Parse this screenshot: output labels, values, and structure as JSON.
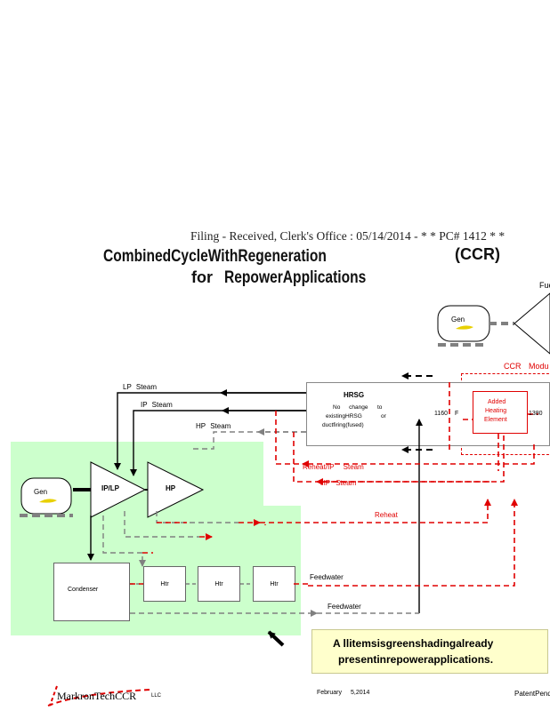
{
  "header": {
    "filing_stamp": "Filing - Received, Clerk's Office : 05/14/2014 - * * PC# 1412 * *",
    "title_line1": "CombinedCycleWithRegeneration",
    "title_ccr": "(CCR)",
    "title_line2_for": "for",
    "title_line2_rest": "RepowerApplications"
  },
  "labels": {
    "fuel": "Fue",
    "gen_top": "Gen",
    "gen_left": "Gen",
    "ccr_module": "CCR Modu",
    "lp_steam": "LP Steam",
    "ip_steam": "IP Steam",
    "hp_steam_top": "HP Steam",
    "hrsg_title": "HRSG",
    "hrsg_note1": "No change",
    "hrsg_note_to": "to",
    "hrsg_note2": "existingHRSG",
    "hrsg_note_or": "or",
    "hrsg_note3": "ductfiring(fused)",
    "temp_1160": "1160",
    "temp_f": "F",
    "temp_1380": "1380",
    "heater_line1": "Added",
    "heater_line2": "Heating",
    "heater_line3": "Element",
    "reheat_ip_steam": "Reheat/IP Steam",
    "hp_steam_red": "HP Steam",
    "reheat": "Reheat",
    "ip_lp": "IP/LP",
    "hp": "HP",
    "condenser": "Condenser",
    "htr1": "Htr",
    "htr2": "Htr",
    "htr3": "Htr",
    "feedwater_red": "Feedwater",
    "feedwater_gray": "Feedwater"
  },
  "note": {
    "line1": "A llitemsisgreenshadingalready",
    "line2": "presentinrepowerapplications."
  },
  "footer": {
    "company": "MarkronTechCCR",
    "company_suffix": "LLC",
    "date_month": "February",
    "date_day": "5,2014",
    "patent": "PatentPendin"
  },
  "colors": {
    "green_shading": "#ccffcc",
    "red_flow": "#e00000",
    "gray_flow": "#808080",
    "note_bg": "#ffffcc"
  }
}
